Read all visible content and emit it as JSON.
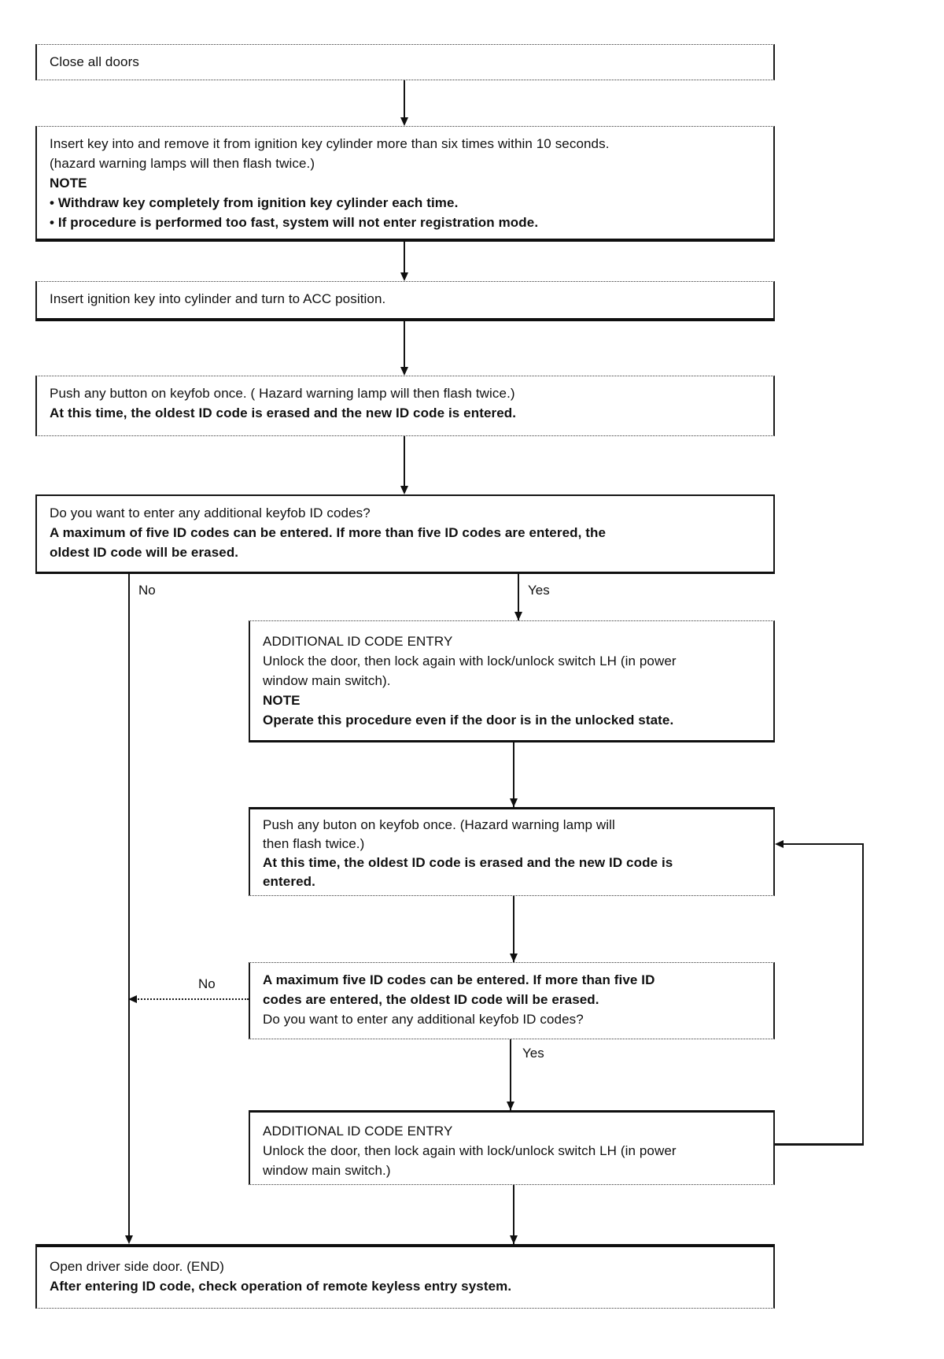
{
  "labels": {
    "no1": "No",
    "yes1": "Yes",
    "no2": "No",
    "yes2": "Yes"
  },
  "boxes": {
    "close_all_doors": {
      "lines": [
        {
          "t": "Close all doors",
          "b": false
        }
      ]
    },
    "insert_remove_key": {
      "lines": [
        {
          "t": "Insert key into and remove it from ignition key cylinder more than six times within 10 seconds.",
          "b": false
        },
        {
          "t": "(hazard warning lamps will then flash twice.)",
          "b": false
        },
        {
          "t": "NOTE",
          "b": true
        },
        {
          "t": "• Withdraw key completely from ignition key cylinder each time.",
          "b": true
        },
        {
          "t": "• If procedure is performed too fast, system will not enter registration mode.",
          "b": true
        }
      ]
    },
    "acc_position": {
      "lines": [
        {
          "t": "Insert ignition key into cylinder and turn to ACC position.",
          "b": false
        }
      ]
    },
    "push_keyfob_button": {
      "lines": [
        {
          "t": "Push any button on keyfob once. ( Hazard warning lamp will then flash twice.)",
          "b": false
        },
        {
          "t": "At this time, the oldest ID code is erased and the new ID code is entered.",
          "b": true
        }
      ]
    },
    "additional_codes_question": {
      "lines": [
        {
          "t": "Do you want to enter any additional keyfob ID codes?",
          "b": false
        },
        {
          "t": "A maximum of five ID codes can be entered. If more than five ID codes are entered, the",
          "b": true
        },
        {
          "t": "oldest ID code will be erased.",
          "b": true
        }
      ]
    },
    "additional_id_entry_1": {
      "lines": [
        {
          "t": "ADDITIONAL ID CODE ENTRY",
          "b": false
        },
        {
          "t": "Unlock the door, then lock again with lock/unlock switch LH (in power",
          "b": false
        },
        {
          "t": "window main switch).",
          "b": false
        },
        {
          "t": "NOTE",
          "b": true
        },
        {
          "t": "Operate this procedure even if the door is in the unlocked state.",
          "b": true
        }
      ]
    },
    "push_keyfob_button_2": {
      "lines": [
        {
          "t": "Push any buton on keyfob once. (Hazard warning lamp will",
          "b": false
        },
        {
          "t": "then flash twice.)",
          "b": false
        },
        {
          "t": "At this time, the oldest ID code is erased and the new ID code is",
          "b": true
        },
        {
          "t": "entered.",
          "b": true
        }
      ]
    },
    "max_codes_question": {
      "lines": [
        {
          "t": "A maximum five ID codes can be entered. If more than five ID",
          "b": true
        },
        {
          "t": "codes are entered, the oldest ID code will be erased.",
          "b": true
        },
        {
          "t": "Do you want to enter any additional keyfob ID codes?",
          "b": false
        }
      ]
    },
    "additional_id_entry_2": {
      "lines": [
        {
          "t": "ADDITIONAL ID CODE ENTRY",
          "b": false
        },
        {
          "t": "Unlock the door, then lock again with lock/unlock switch LH (in power",
          "b": false
        },
        {
          "t": "window main switch.)",
          "b": false
        }
      ]
    },
    "open_door_end": {
      "lines": [
        {
          "t": "Open driver side door. (END)",
          "b": false
        },
        {
          "t": "After entering ID code, check operation of remote keyless entry system.",
          "b": true
        }
      ]
    }
  }
}
